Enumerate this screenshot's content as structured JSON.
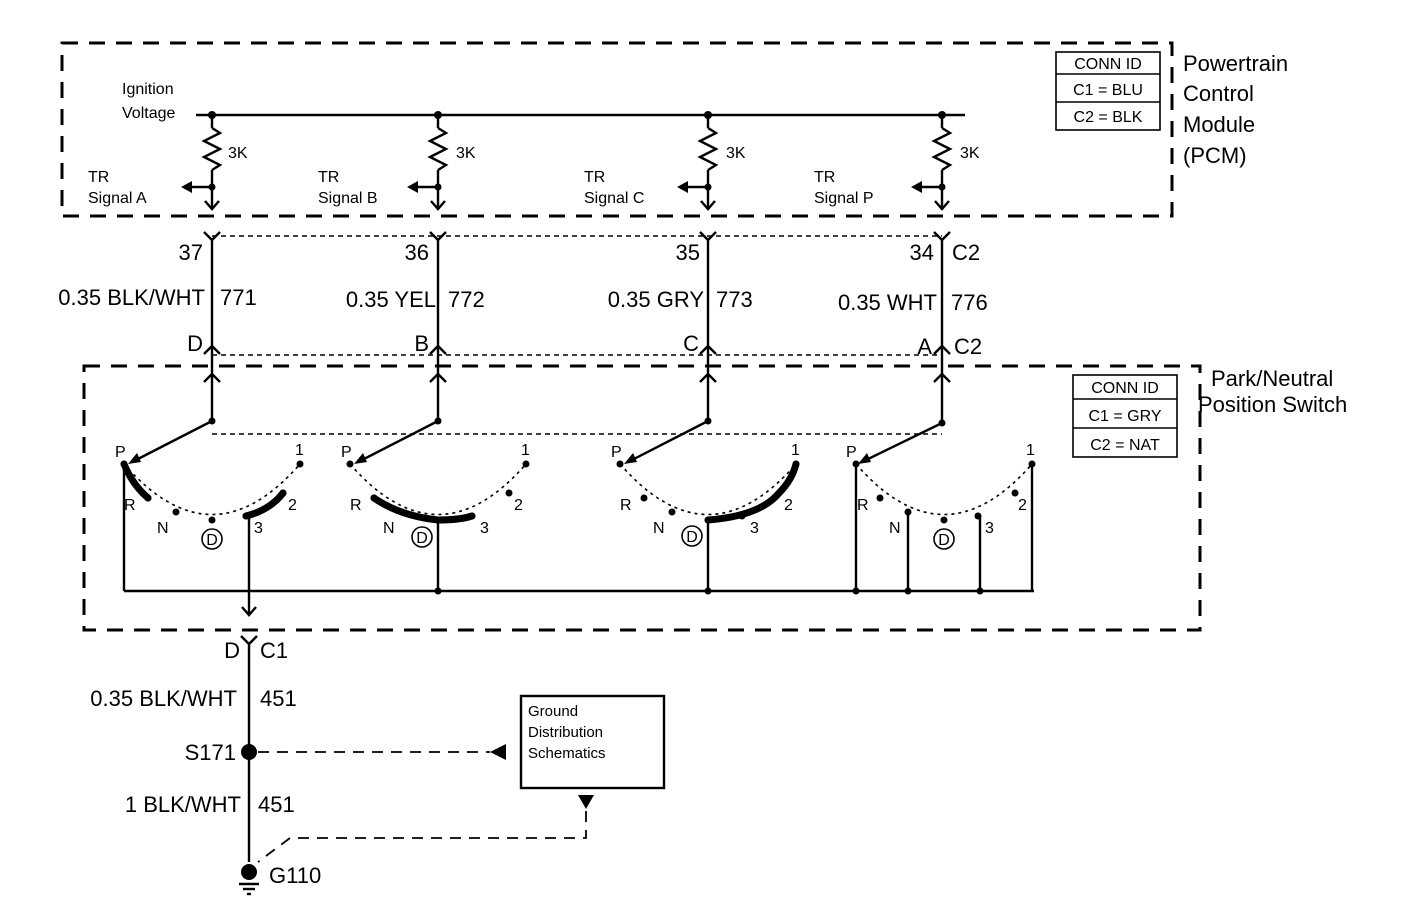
{
  "pcm": {
    "title_lines": [
      "Powertrain",
      "Control",
      "Module",
      "(PCM)"
    ],
    "conn_id": {
      "header": "CONN ID",
      "rows": [
        "C1 = BLU",
        "C2 = BLK"
      ]
    },
    "ignition_label_lines": [
      "Ignition",
      "Voltage"
    ],
    "resistor_label": "3K",
    "signals": [
      {
        "lines": [
          "TR",
          "Signal A"
        ]
      },
      {
        "lines": [
          "TR",
          "Signal B"
        ]
      },
      {
        "lines": [
          "TR",
          "Signal C"
        ]
      },
      {
        "lines": [
          "TR",
          "Signal P"
        ]
      }
    ]
  },
  "circuits": [
    {
      "pcm_pin": "37",
      "wire": "0.35 BLK/WHT",
      "circuit": "771",
      "switch_pin": "D"
    },
    {
      "pcm_pin": "36",
      "wire": "0.35 YEL",
      "circuit": "772",
      "switch_pin": "B"
    },
    {
      "pcm_pin": "35",
      "wire": "0.35 GRY",
      "circuit": "773",
      "switch_pin": "C"
    },
    {
      "pcm_pin": "34",
      "wire": "0.35 WHT",
      "circuit": "776",
      "switch_pin": "A"
    }
  ],
  "pcm_connector": "C2",
  "switch_connector": "C2",
  "switch": {
    "title_lines": [
      "Park/Neutral",
      "Position Switch"
    ],
    "conn_id": {
      "header": "CONN ID",
      "rows": [
        "C1 = GRY",
        "C2 = NAT"
      ]
    },
    "positions": {
      "p": "P",
      "r": "R",
      "n": "N",
      "d": "D",
      "three": "3",
      "two": "2",
      "one": "1"
    }
  },
  "ground_circuit": {
    "pin": "D",
    "connector": "C1",
    "wire1": "0.35 BLK/WHT",
    "circuit1": "451",
    "splice": "S171",
    "wire2": "1 BLK/WHT",
    "circuit2": "451",
    "ground": "G110"
  },
  "ground_dist": {
    "lines": [
      "Ground",
      "Distribution",
      "Schematics"
    ]
  }
}
